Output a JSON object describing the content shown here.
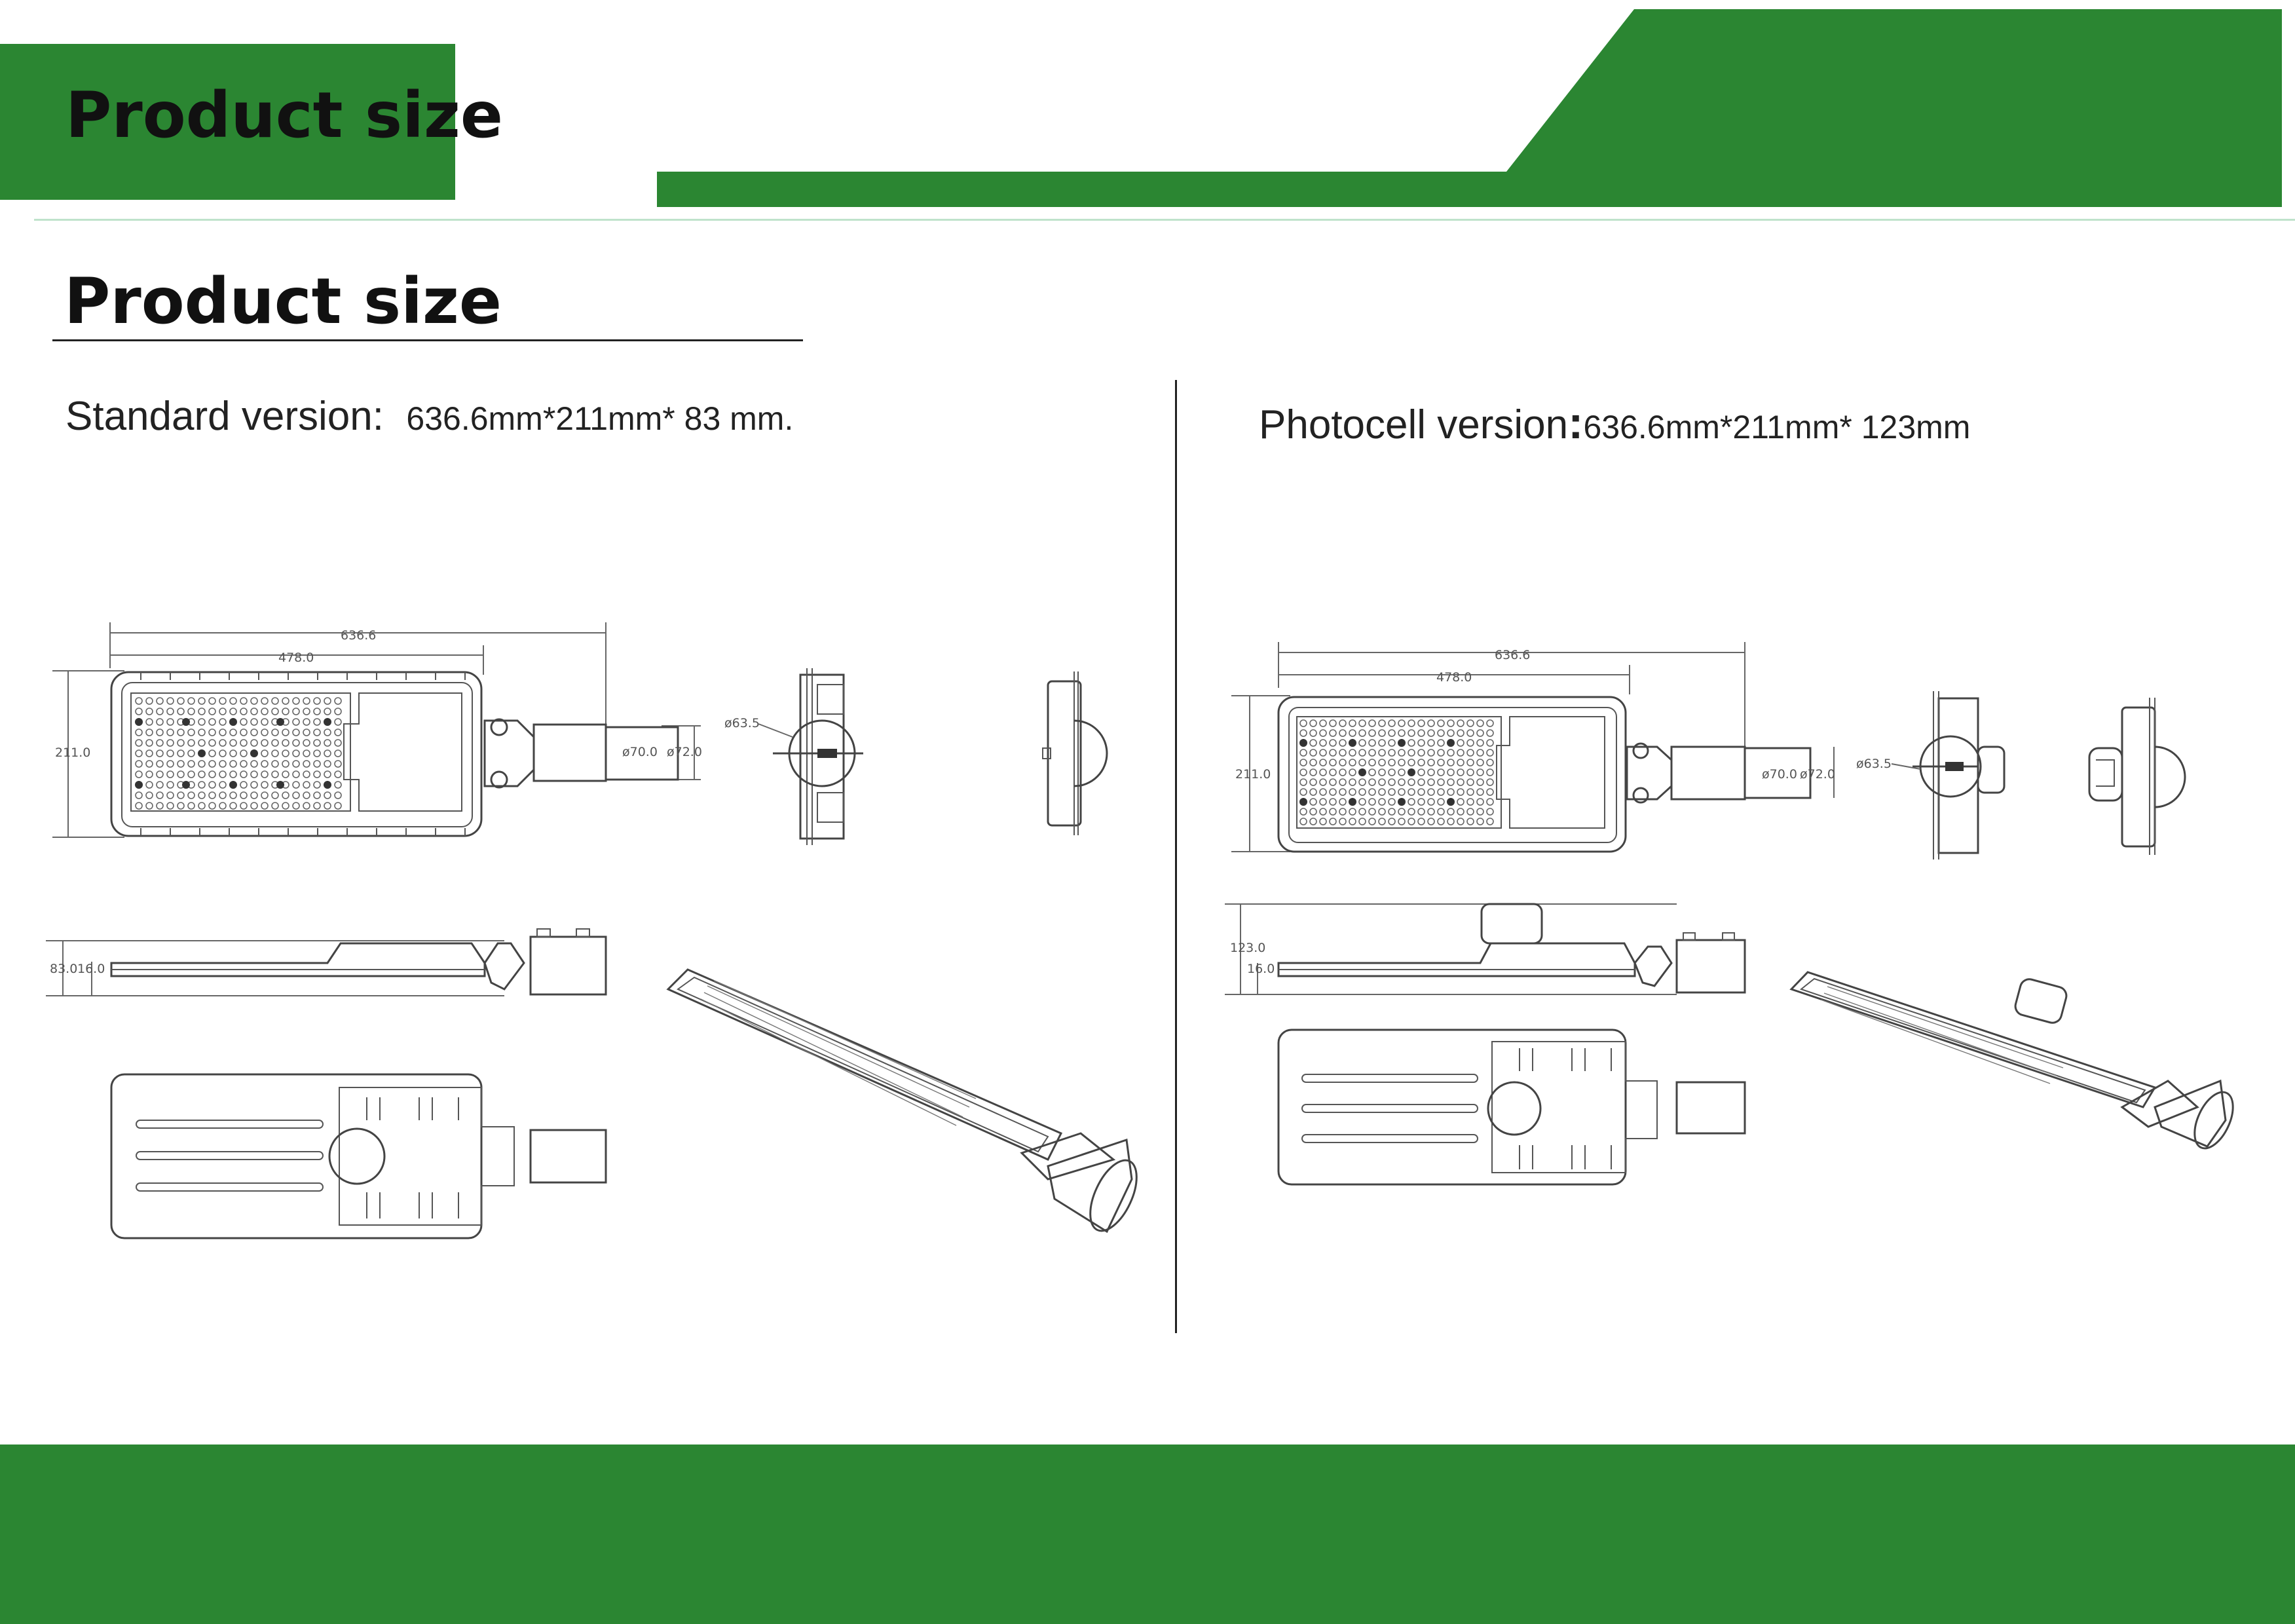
{
  "header": {
    "tab_title": "Product size",
    "colors": {
      "brand_green": "#2b8632",
      "thin_rule": "#bfe3cb"
    }
  },
  "section": {
    "title": "Product size"
  },
  "standard": {
    "label": "Standard version:",
    "dims": "636.6mm*211mm* 83 mm.",
    "drawing_dims": {
      "length": "636.6",
      "led_length": "478.0",
      "width": "211.0",
      "pipe_inner": "ø70.0",
      "pipe_outer": "ø72.0",
      "pole_dia": "ø63.5",
      "height": "83.0",
      "body_height": "16.0"
    }
  },
  "photocell": {
    "label": "Photocell version",
    "colon": ":",
    "dims": "636.6mm*211mm* 123mm",
    "drawing_dims": {
      "length": "636.6",
      "led_length": "478.0",
      "width": "211.0",
      "pipe_inner": "ø70.0",
      "pipe_outer": "ø72.0",
      "pole_dia": "ø63.5",
      "height": "123.0",
      "body_height": "16.0"
    }
  },
  "footer": {}
}
